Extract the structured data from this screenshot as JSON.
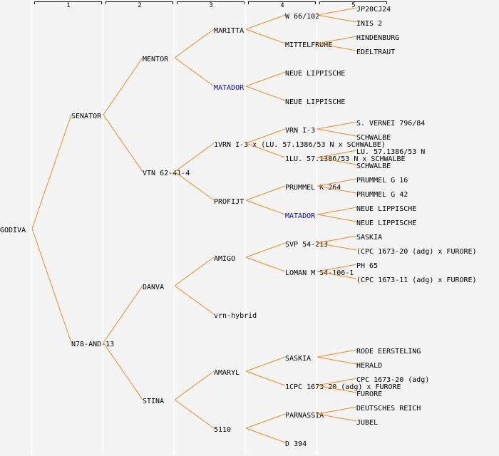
{
  "header": {
    "columns": [
      "1",
      "2",
      "3",
      "4",
      "5"
    ]
  },
  "colors": {
    "background": "#f4f4f4",
    "column_divider": "#ffffff",
    "line": "#f08c1e",
    "text": "#000000",
    "highlight": "#0000cc",
    "bracket": "#000000"
  },
  "pedigree": {
    "generations": [
      [
        {
          "name": "GODIVA"
        }
      ],
      [
        {
          "name": "SENATOR"
        },
        {
          "name": "N78-AND-13"
        }
      ],
      [
        {
          "name": "MENTOR"
        },
        {
          "name": "VTN 62-41-4"
        },
        {
          "name": "DANVA"
        },
        {
          "name": "STINA"
        }
      ],
      [
        {
          "name": "MARITTA"
        },
        {
          "name": "MATADOR",
          "highlight": true
        },
        {
          "name": "1VRN I-3 x (LU. 57.1386/53 N x SCHWALBE)"
        },
        {
          "name": "PROFIJT"
        },
        {
          "name": "AMIGO"
        },
        {
          "name": "vrn-hybrid"
        },
        {
          "name": "AMARYL"
        },
        {
          "name": "5110"
        }
      ],
      [
        {
          "name": "W 66/102"
        },
        {
          "name": "MITTELFRUHE"
        },
        {
          "name": "NEUE LIPPISCHE"
        },
        {
          "name": "NEUE LIPPISCHE"
        },
        {
          "name": "VRN I-3"
        },
        {
          "name": "1LU. 57.1386/53 N x SCHWALBE"
        },
        {
          "name": "PRUMMEL K 264"
        },
        {
          "name": "MATADOR",
          "highlight": true
        },
        {
          "name": "SVP 54-213"
        },
        {
          "name": "LOMAN M 54-106-1"
        },
        null,
        null,
        {
          "name": "SASKIA"
        },
        {
          "name": "1CPC 1673-20 (adg) x FURORE"
        },
        {
          "name": "PARNASSIA"
        },
        {
          "name": "D 394"
        }
      ],
      [
        {
          "name": "JP20CJ24"
        },
        {
          "name": "INIS 2"
        },
        {
          "name": "HINDENBURG"
        },
        {
          "name": "EDELTRAUT"
        },
        null,
        null,
        null,
        null,
        {
          "name": "S. VERNEI 796/84"
        },
        {
          "name": "SCHWALBE"
        },
        {
          "name": "LU. 57.1386/53 N"
        },
        {
          "name": "SCHWALBE"
        },
        {
          "name": "PRUMMEL G 16"
        },
        {
          "name": "PRUMMEL G 42"
        },
        {
          "name": "NEUE LIPPISCHE"
        },
        {
          "name": "NEUE LIPPISCHE"
        },
        {
          "name": "SASKIA"
        },
        {
          "name": "(CPC 1673-20 (adg) x FURORE)"
        },
        {
          "name": "PH 65"
        },
        {
          "name": "(CPC 1673-11 (adg) x FURORE)"
        },
        null,
        null,
        null,
        null,
        {
          "name": "RODE EERSTELING"
        },
        {
          "name": "HERALD"
        },
        {
          "name": "CPC 1673-20 (adg)"
        },
        {
          "name": "FURORE"
        },
        {
          "name": "DEUTSCHES REICH"
        },
        {
          "name": "JUBEL"
        },
        null,
        null
      ]
    ]
  }
}
